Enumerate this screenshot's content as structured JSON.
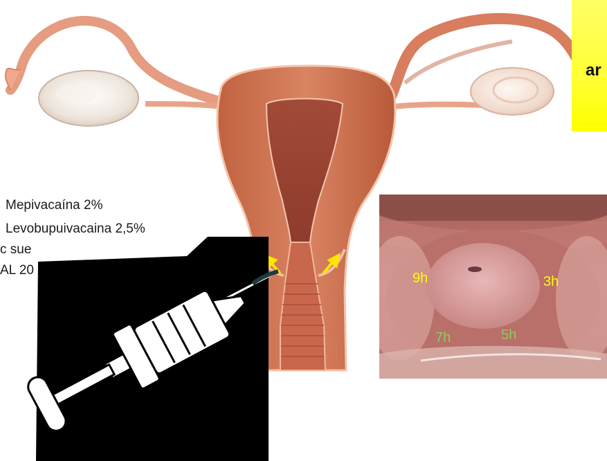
{
  "side_label": "ar",
  "drug_list": [
    "Mepivacaína 2%",
    "Levobupuivacaina 2,5%",
    "c sue",
    "AL 20"
  ],
  "clock_labels": {
    "nine": "9h",
    "three": "3h",
    "seven": "7h",
    "five": "5h"
  },
  "colors": {
    "highlight_box": "#ffff33",
    "upper_clock_labels": "#ffff00",
    "lower_clock_labels": "#8fce5a",
    "arrows": "#ffe600",
    "syringe_panel": "#000000"
  }
}
